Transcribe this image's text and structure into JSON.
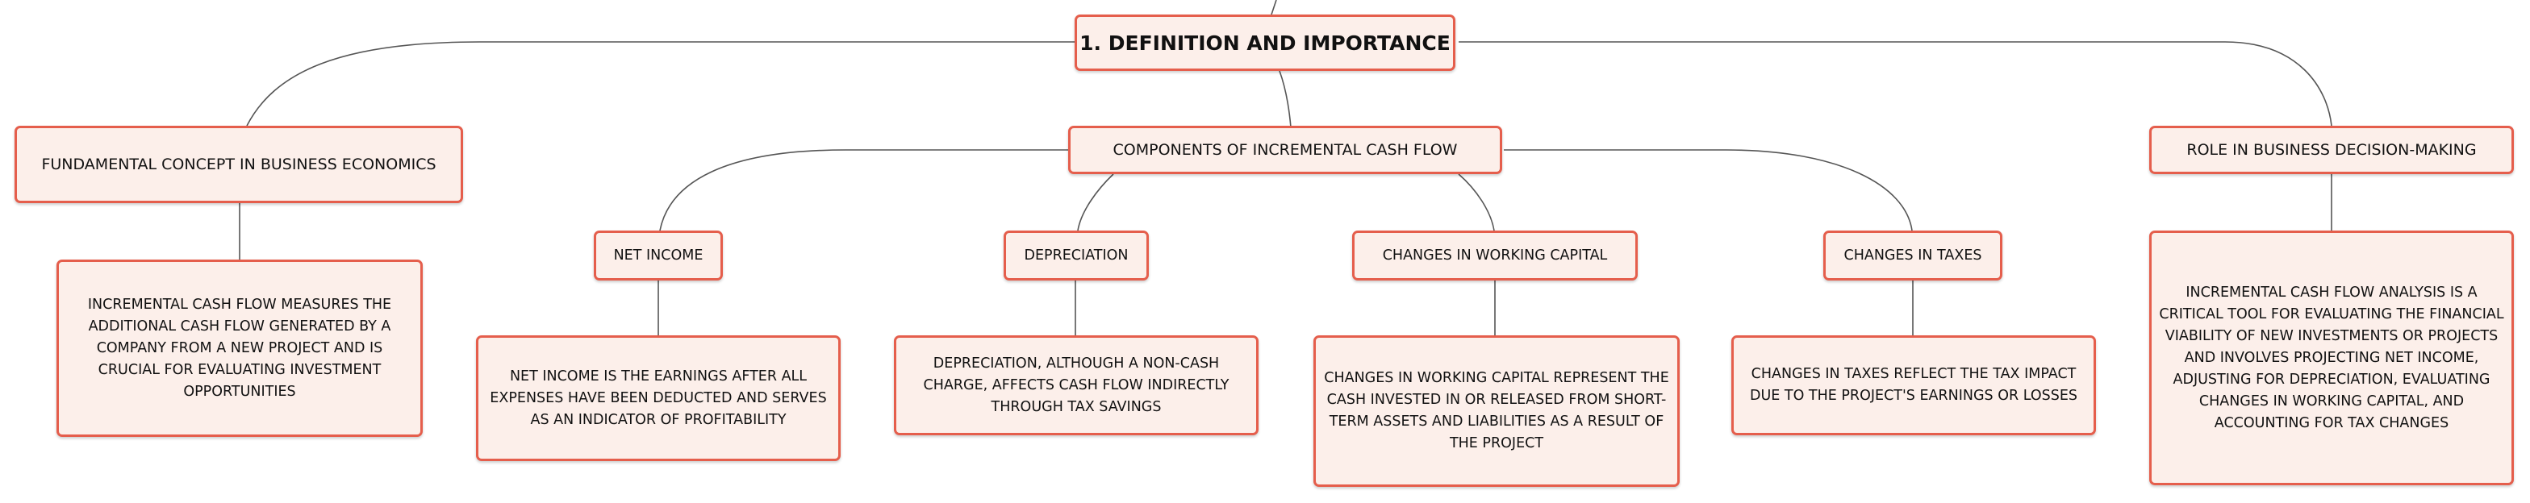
{
  "root": {
    "label": "1. DEFINITION AND IMPORTANCE"
  },
  "branches": {
    "fundamental": {
      "label": "FUNDAMENTAL CONCEPT IN BUSINESS ECONOMICS",
      "detail": "INCREMENTAL CASH FLOW MEASURES THE ADDITIONAL CASH FLOW GENERATED BY A COMPANY FROM A NEW PROJECT AND IS CRUCIAL FOR EVALUATING INVESTMENT OPPORTUNITIES"
    },
    "components": {
      "label": "COMPONENTS OF INCREMENTAL CASH FLOW",
      "items": [
        {
          "label": "NET INCOME",
          "detail": "NET INCOME IS THE EARNINGS AFTER ALL EXPENSES HAVE BEEN DEDUCTED AND SERVES AS AN INDICATOR OF PROFITABILITY"
        },
        {
          "label": "DEPRECIATION",
          "detail": "DEPRECIATION, ALTHOUGH A NON-CASH CHARGE, AFFECTS CASH FLOW INDIRECTLY THROUGH TAX SAVINGS"
        },
        {
          "label": "CHANGES IN WORKING CAPITAL",
          "detail": "CHANGES IN WORKING CAPITAL REPRESENT THE CASH INVESTED IN OR RELEASED FROM SHORT-TERM ASSETS AND LIABILITIES AS A RESULT OF THE PROJECT"
        },
        {
          "label": "CHANGES IN TAXES",
          "detail": "CHANGES IN TAXES REFLECT THE TAX IMPACT DUE TO THE PROJECT'S EARNINGS OR LOSSES"
        }
      ]
    },
    "role": {
      "label": "ROLE IN BUSINESS DECISION-MAKING",
      "detail": "INCREMENTAL CASH FLOW ANALYSIS IS A CRITICAL TOOL FOR EVALUATING THE FINANCIAL VIABILITY OF NEW INVESTMENTS OR PROJECTS AND INVOLVES PROJECTING NET INCOME, ADJUSTING FOR DEPRECIATION, EVALUATING CHANGES IN WORKING CAPITAL, AND ACCOUNTING FOR TAX CHANGES"
    }
  },
  "colors": {
    "border": "#e55e4c",
    "fill": "#fcefea",
    "line": "#555555"
  }
}
